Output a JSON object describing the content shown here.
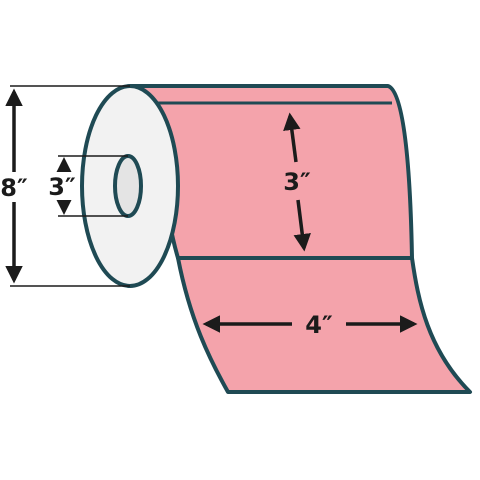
{
  "dimensions": {
    "outer_diameter": "8″",
    "core_diameter": "3″",
    "label_height": "3″",
    "label_width": "4″"
  },
  "colors": {
    "label_fill": "#f4a3ab",
    "outline": "#1f4a54",
    "roll_face": "#f2f2f2",
    "core_hole": "#e6e6e6",
    "dimension_line": "#1b1b1b"
  }
}
